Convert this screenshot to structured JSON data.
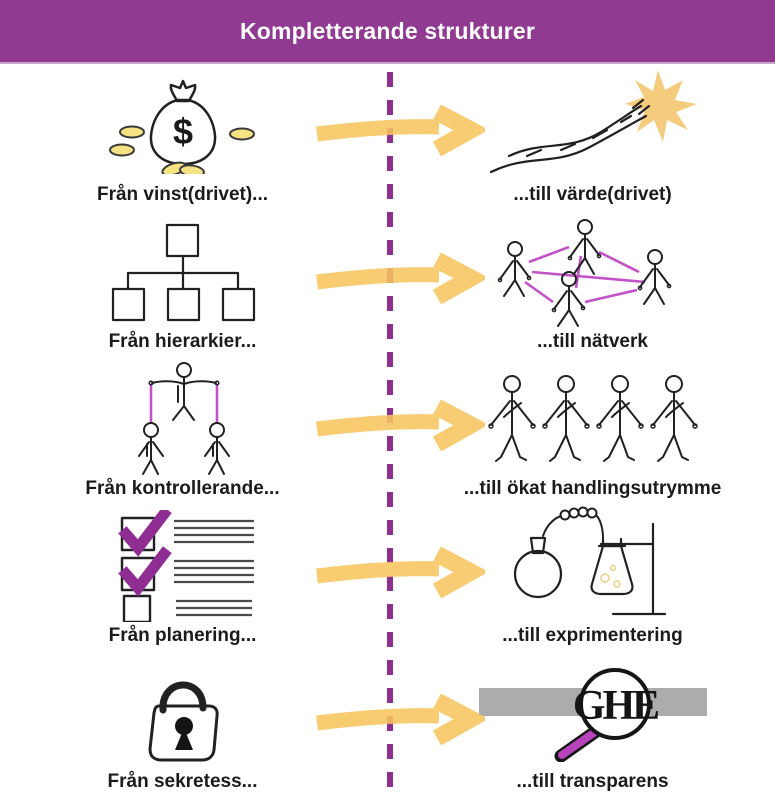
{
  "header": {
    "title": "Kompletterande strukturer",
    "bg_color": "#913a92",
    "text_color": "#ffffff"
  },
  "divider": {
    "type": "vertical-dashed-line",
    "color": "#8e2e8f"
  },
  "arrow": {
    "direction": "right",
    "color": "#f8c55f"
  },
  "rows": [
    {
      "from_label": "Från vinst(drivet)...",
      "to_label": "...till värde(drivet)",
      "from_icon": "money-bag-icon",
      "to_icon": "winding-path-star-icon"
    },
    {
      "from_label": "Från hierarkier...",
      "to_label": "...till nätverk",
      "from_icon": "hierarchy-org-chart-icon",
      "to_icon": "network-people-icon"
    },
    {
      "from_label": "Från kontrollerande...",
      "to_label": "...till ökat handlingsutrymme",
      "from_icon": "puppet-control-icon",
      "to_icon": "holding-hands-icon"
    },
    {
      "from_label": "Från planering...",
      "to_label": "...till exprimentering",
      "from_icon": "checklist-icon",
      "to_icon": "experiment-flasks-icon"
    },
    {
      "from_label": "Från sekretess...",
      "to_label": "...till transparens",
      "from_icon": "padlock-icon",
      "to_icon": "magnifier-transparency-icon"
    }
  ],
  "icon_text": {
    "dollar_sign": "$",
    "magnifier_letters": "GHE"
  },
  "colors": {
    "coin_yellow": "#f5e383",
    "star_gold": "#f5cc7e",
    "magenta_line": "#c352c9",
    "check_purple": "#8f2d92",
    "flask_purple": "#9c3c9e",
    "flask_yellow": "#f8e9a6",
    "bar_gray": "#acacac",
    "handle_magenta": "#b743bd"
  }
}
